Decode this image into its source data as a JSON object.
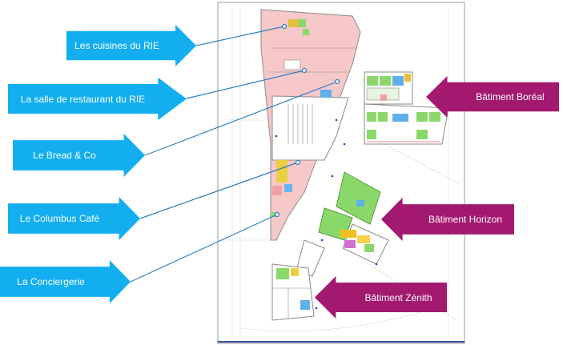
{
  "callouts_left": [
    {
      "label": "Les cuisines du RIE"
    },
    {
      "label": "La salle de restaurant du RIE"
    },
    {
      "label": "Le Bread & Co"
    },
    {
      "label": "Le Columbus  Café"
    },
    {
      "label": "La Conciergerie"
    }
  ],
  "callouts_right": [
    {
      "label": "Bâtiment Boréal"
    },
    {
      "label": "Bâtiment Horizon"
    },
    {
      "label": "Bâtiment Zénith"
    }
  ],
  "colors": {
    "left_arrow": "#12aef0",
    "right_arrow": "#a3196f",
    "restaurant_zone": "#f6c8c8",
    "office_green": "#8bd86a",
    "plan_line": "#8a8a8a"
  }
}
